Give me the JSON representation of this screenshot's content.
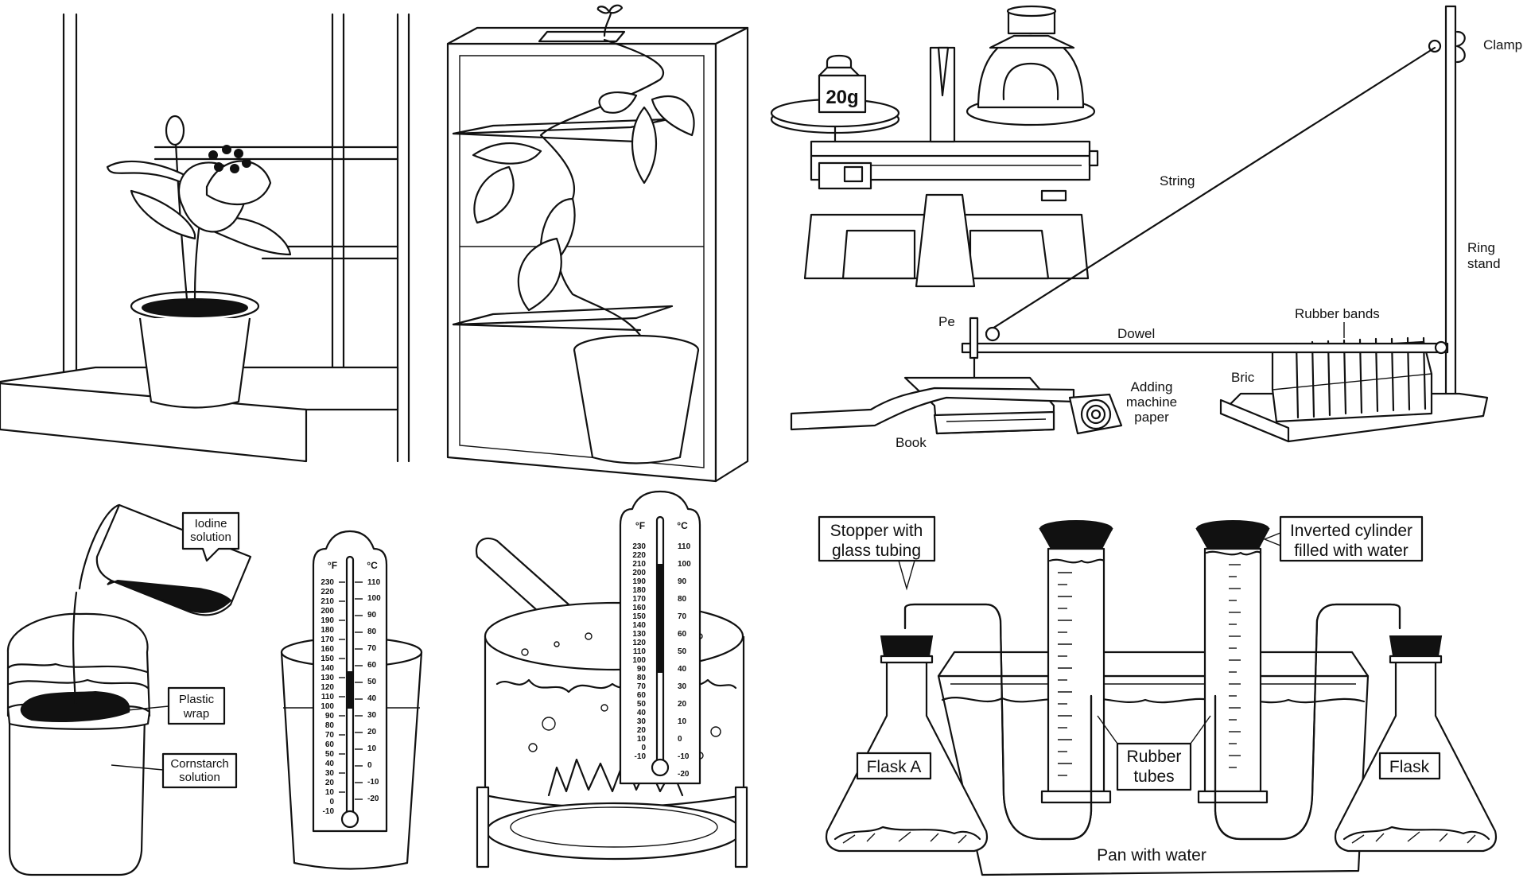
{
  "scale": {
    "weight_label": "20g"
  },
  "recorder_labels": {
    "clamp": "Clamp",
    "string": "String",
    "ring_stand": "Ring stand",
    "pen": "Pe",
    "dowel": "Dowel",
    "rubber_bands": "Rubber bands",
    "brick": "Bric",
    "adding_machine_paper": "Adding machine paper",
    "book": "Book"
  },
  "jar_labels": {
    "iodine_solution": "Iodine solution",
    "plastic_wrap": "Plastic wrap",
    "cornstarch_solution": "Cornstarch solution"
  },
  "thermometer": {
    "unit_f": "°F",
    "unit_c": "°C",
    "f_ticks": [
      "230",
      "220",
      "210",
      "200",
      "190",
      "180",
      "170",
      "160",
      "150",
      "140",
      "130",
      "120",
      "110",
      "100",
      "90",
      "80",
      "70",
      "60",
      "50",
      "40",
      "30",
      "20",
      "10",
      "0",
      "-10"
    ],
    "c_ticks": [
      "110",
      "100",
      "90",
      "80",
      "70",
      "60",
      "50",
      "40",
      "30",
      "20",
      "10",
      "0",
      "-10",
      "-20"
    ]
  },
  "gas_labels": {
    "stopper": "Stopper with glass tubing",
    "inverted_cylinder": "Inverted cylinder filled with water",
    "flask_a": "Flask A",
    "flask_b": "Flask",
    "rubber_tubes": "Rubber tubes",
    "pan": "Pan with water"
  }
}
